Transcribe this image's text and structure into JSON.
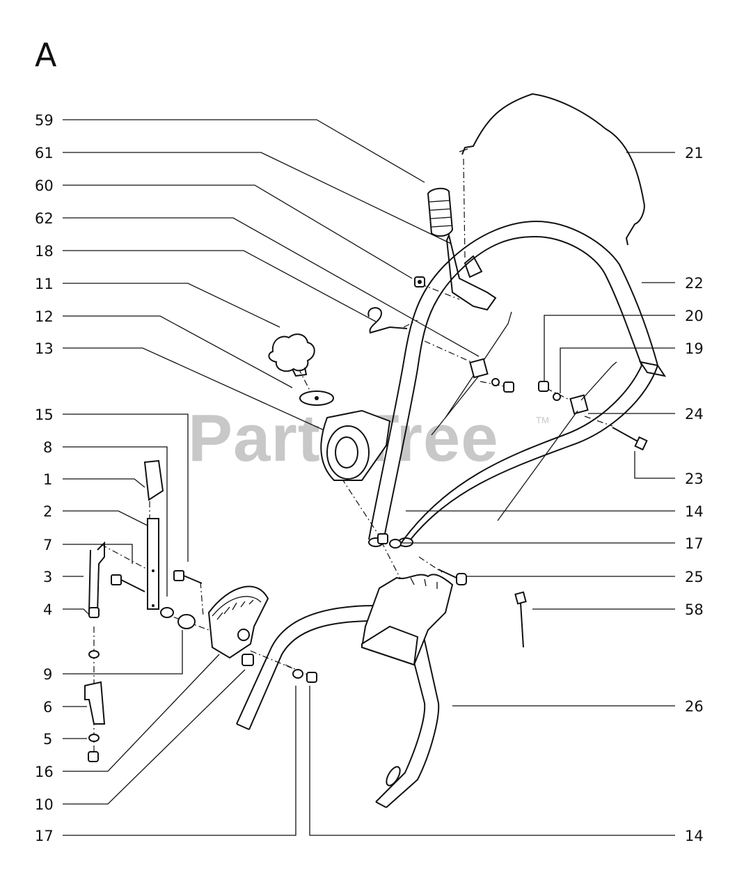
{
  "section_letter": "A",
  "watermark": "PartsTree",
  "watermark_tm": "TM",
  "callouts_left": [
    "59",
    "61",
    "60",
    "62",
    "18",
    "11",
    "12",
    "13",
    "15",
    "8",
    "1",
    "2",
    "7",
    "3",
    "4",
    "9",
    "6",
    "5",
    "16",
    "10",
    "17"
  ],
  "callouts_right": [
    "21",
    "22",
    "20",
    "19",
    "24",
    "23",
    "14",
    "17",
    "25",
    "58",
    "26",
    "14"
  ]
}
